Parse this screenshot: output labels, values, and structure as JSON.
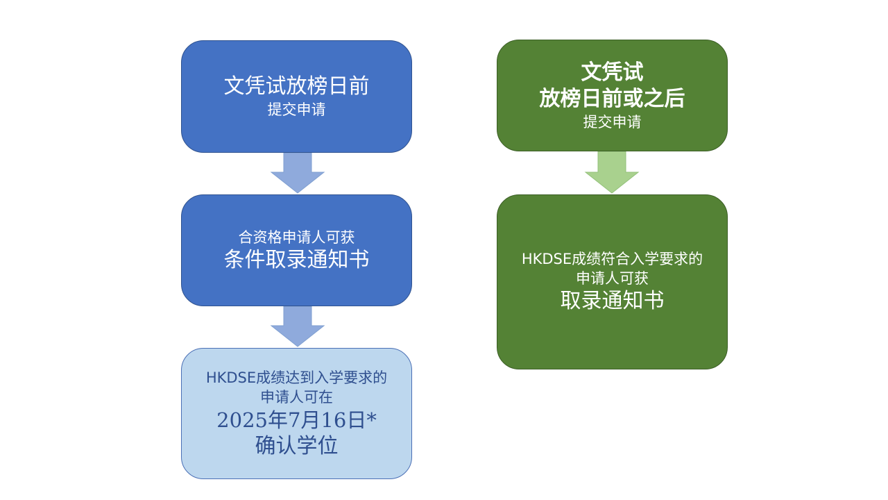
{
  "left": {
    "box1": {
      "line1": "文凭试放榜日前",
      "line2": "提交申请"
    },
    "box2": {
      "line1": "合资格申请人可获",
      "line2": "条件取录通知书"
    },
    "box3": {
      "line1": "HKDSE成绩达到入学要求的",
      "line2": "申请人可在",
      "line3": "2025年7月16日*",
      "line4": "确认学位"
    }
  },
  "right": {
    "box1": {
      "line1": "文凭试",
      "line2": "放榜日前或之后",
      "line3": "提交申请"
    },
    "box2": {
      "line1": "HKDSE成绩符合入学要求的",
      "line2": "申请人可获",
      "line3": "取录通知书"
    }
  },
  "colors": {
    "blue": "#4472c4",
    "light_blue": "#bdd7ee",
    "green": "#548235",
    "blue_arrow": "#8faadc",
    "green_arrow": "#a9d18e"
  }
}
